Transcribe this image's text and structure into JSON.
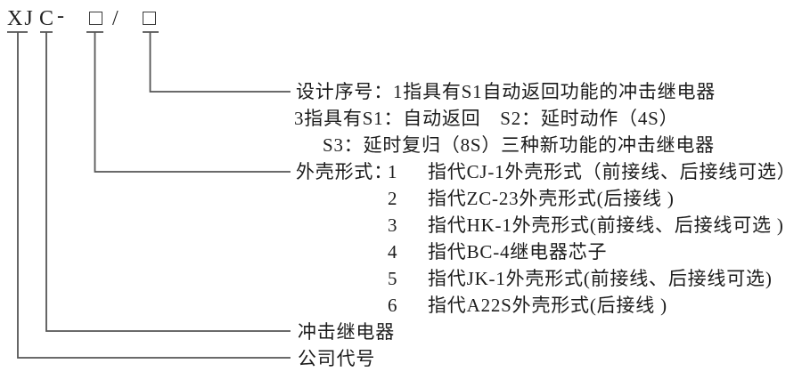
{
  "page": {
    "background_color": "#ffffff",
    "text_color": "#1c1c1c",
    "line_color": "#565656"
  },
  "model_code": {
    "company_prefix": "XJ",
    "relay_letter": "C",
    "dash": "-",
    "slash": "/",
    "placeholder_box": "□"
  },
  "design_serial": {
    "line1": "设计序号：1指具有S1自动返回功能的冲击继电器",
    "line2": "3指具有S1：自动返回　S2：延时动作（4S）",
    "line3": "S3：延时复归（8S）三种新功能的冲击继电器"
  },
  "shell_form": {
    "label": "外壳形式：",
    "options": [
      {
        "num": "1",
        "desc": "指代CJ-1外壳形式（前接线、后接线可选）"
      },
      {
        "num": "2",
        "desc": "指代ZC-23外壳形式(后接线 )"
      },
      {
        "num": "3",
        "desc": "指代HK-1外壳形式(前接线、后接线可选 )"
      },
      {
        "num": "4",
        "desc": "指代BC-4继电器芯子"
      },
      {
        "num": "5",
        "desc": "指代JK-1外壳形式(前接线、后接线可选)"
      },
      {
        "num": "6",
        "desc": "指代A22S外壳形式(后接线 )"
      }
    ]
  },
  "labels": {
    "impact_relay": "冲击继电器",
    "company_code": "公司代号"
  }
}
